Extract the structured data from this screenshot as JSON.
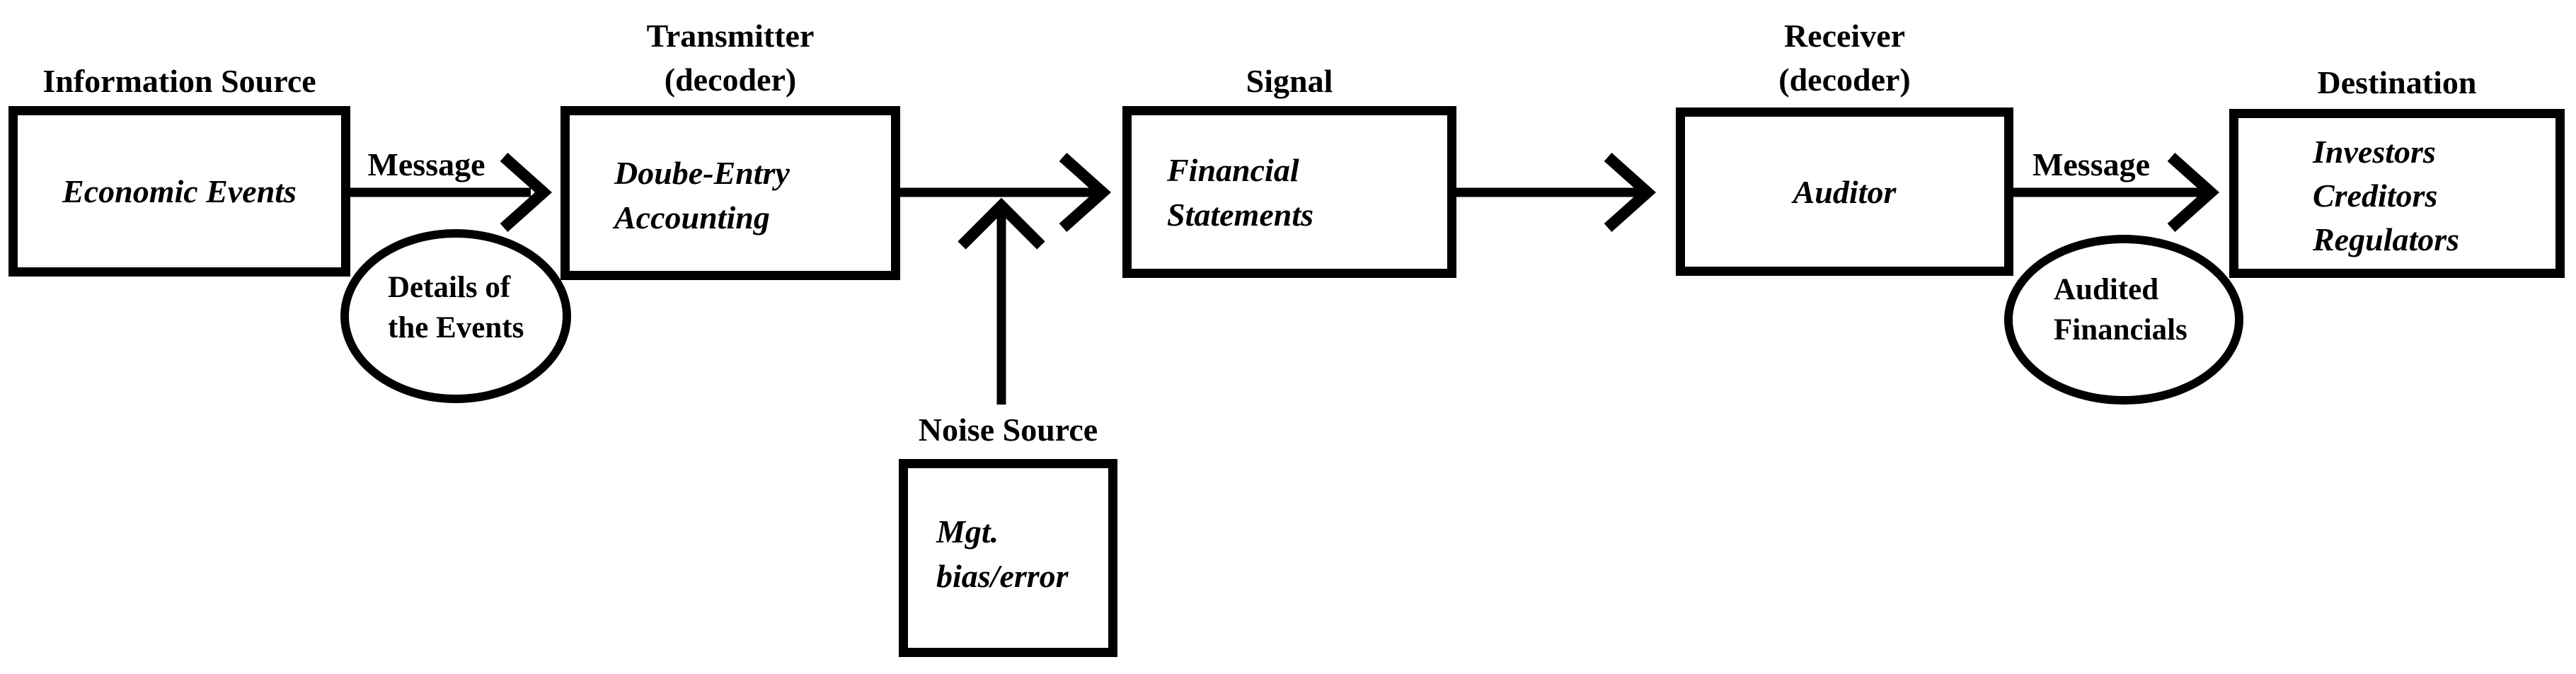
{
  "nodes": {
    "information_source": {
      "heading": "Information Source",
      "content": "Economic Events"
    },
    "transmitter": {
      "heading_line1": "Transmitter",
      "heading_line2": "(decoder)",
      "content_lines": [
        "Doube-Entry",
        "Accounting"
      ]
    },
    "signal": {
      "heading": "Signal",
      "content_lines": [
        "Financial",
        "Statements"
      ]
    },
    "receiver": {
      "heading_line1": "Receiver",
      "heading_line2": "(decoder)",
      "content": "Auditor"
    },
    "destination": {
      "heading": "Destination",
      "content_lines": [
        "Investors",
        "Creditors",
        "Regulators"
      ]
    },
    "noise_source": {
      "heading": "Noise Source",
      "content_lines": [
        "Mgt.",
        "bias/error"
      ]
    }
  },
  "annotations": {
    "message_left": "Message",
    "message_right": "Message",
    "details_ellipse_lines": [
      "Details of",
      "the Events"
    ],
    "audited_ellipse_lines": [
      "Audited",
      "Financials"
    ]
  },
  "colors": {
    "ink": "#000000",
    "background": "#ffffff"
  }
}
